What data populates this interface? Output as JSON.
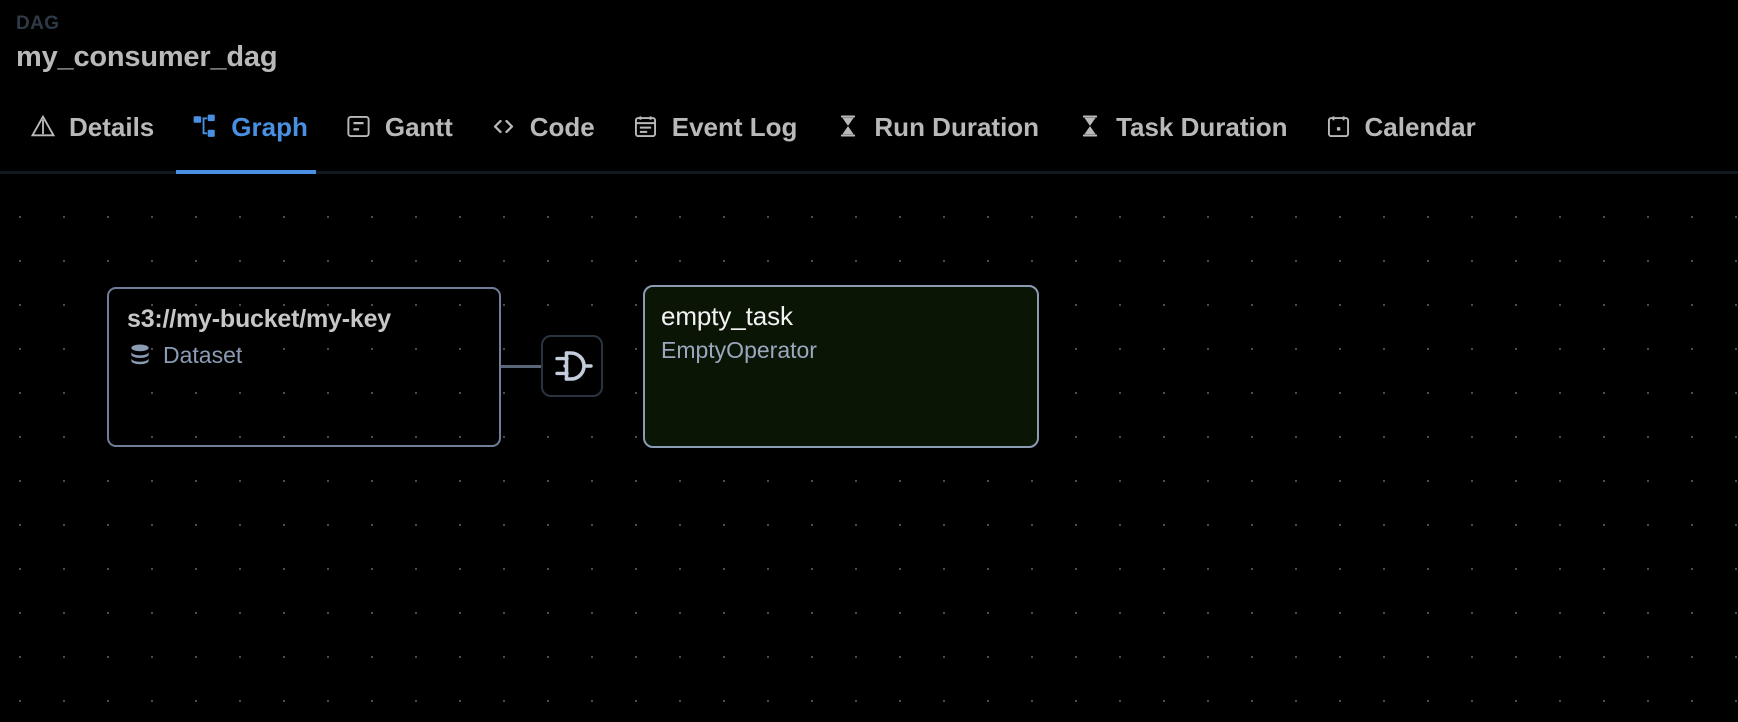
{
  "header": {
    "kicker": "DAG",
    "title": "my_consumer_dag"
  },
  "tabs": [
    {
      "label": "Details",
      "icon": "warning-triangle-icon",
      "active": false
    },
    {
      "label": "Graph",
      "icon": "graph-tree-icon",
      "active": true
    },
    {
      "label": "Gantt",
      "icon": "gantt-chart-icon",
      "active": false
    },
    {
      "label": "Code",
      "icon": "code-brackets-icon",
      "active": false
    },
    {
      "label": "Event Log",
      "icon": "event-log-icon",
      "active": false
    },
    {
      "label": "Run Duration",
      "icon": "hourglass-icon",
      "active": false
    },
    {
      "label": "Task Duration",
      "icon": "hourglass-icon",
      "active": false
    },
    {
      "label": "Calendar",
      "icon": "calendar-icon",
      "active": false
    }
  ],
  "graph": {
    "dataset_node": {
      "title": "s3://my-bucket/my-key",
      "type_label": "Dataset",
      "icon": "database-icon"
    },
    "connector": {
      "icon": "plug-icon"
    },
    "task_node": {
      "title": "empty_task",
      "operator": "EmptyOperator"
    }
  },
  "colors": {
    "background": "#000000",
    "accent": "#4a90e2",
    "kicker": "#2f3a46",
    "title": "#b9b9b9",
    "node_border": "#8b9bb4",
    "task_fill": "#0a1506",
    "muted_text": "#8b9bb4",
    "grid_dot": "#4b4b4b"
  }
}
